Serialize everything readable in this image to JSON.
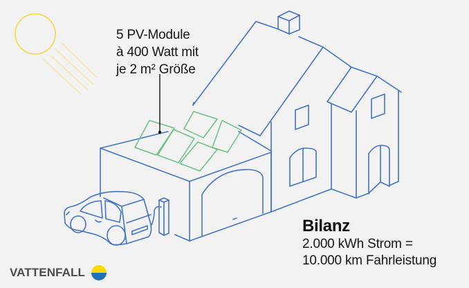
{
  "annotation": {
    "pv_modules": {
      "lines": [
        "5 PV-Module",
        "à 400 Watt mit",
        "je 2 m² Größe"
      ]
    }
  },
  "summary": {
    "title": "Bilanz",
    "lines": [
      "2.000 kWh Strom =",
      "10.000 km Fahrleistung"
    ]
  },
  "brand": {
    "name": "VATTENFALL",
    "emblem_colors": {
      "top": "#ffda00",
      "bottom": "#2071b5"
    }
  },
  "illustration": {
    "elements": [
      "sun-icon",
      "house-icon",
      "garage-icon",
      "solar-panel-icon",
      "car-icon",
      "wallbox-charger-icon"
    ],
    "colors": {
      "background": "#f2f2f2",
      "outline": "#4472c4",
      "panels": "#6cbf84",
      "sun": "#f5d842",
      "sun_rays": "#f7e8a6",
      "text": "#161616"
    }
  }
}
